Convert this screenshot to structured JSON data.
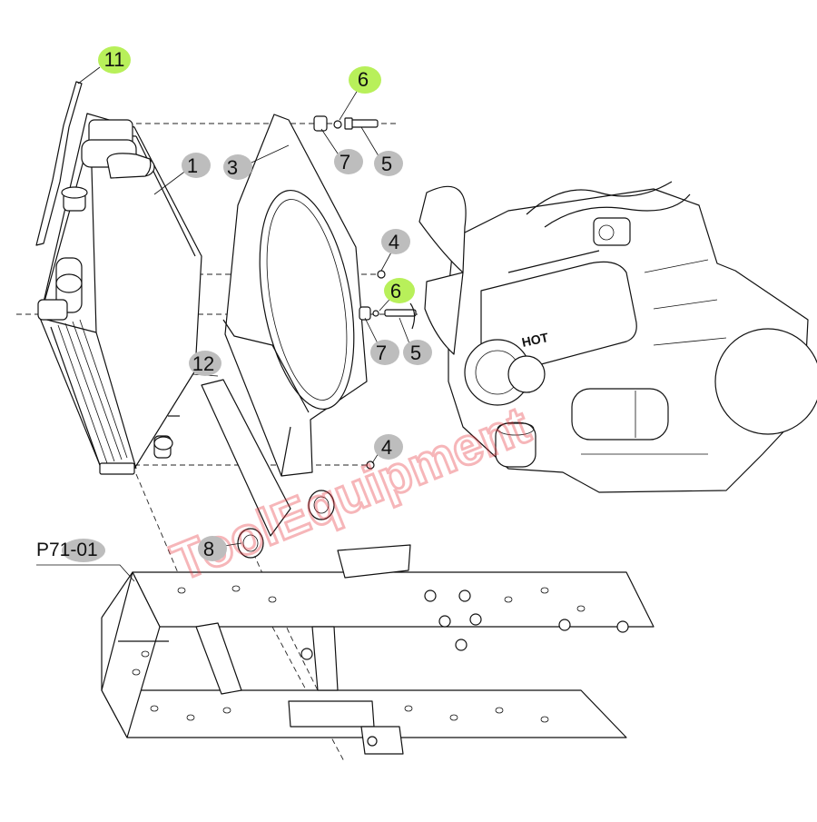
{
  "diagram": {
    "ref_code": "P71-01",
    "callouts": {
      "c11": "11",
      "c6_top": "6",
      "c1": "1",
      "c3": "3",
      "c7_top": "7",
      "c5_top": "5",
      "c4_top": "4",
      "c6_mid": "6",
      "c7_mid": "7",
      "c5_mid": "5",
      "c12": "12",
      "c4_bottom": "4",
      "c8": "8"
    },
    "highlighted_callouts": [
      "11",
      "6"
    ],
    "colors": {
      "highlight": "#b8f05a",
      "callout_bubble": "#bdbdbd",
      "line_art": "#111111",
      "watermark": "#e8323a"
    },
    "engine_text": "HOT",
    "watermark_text": "ToolEquipment",
    "icons": [
      "radiator-icon",
      "fan-shroud-icon",
      "engine-icon",
      "frame-icon"
    ]
  }
}
